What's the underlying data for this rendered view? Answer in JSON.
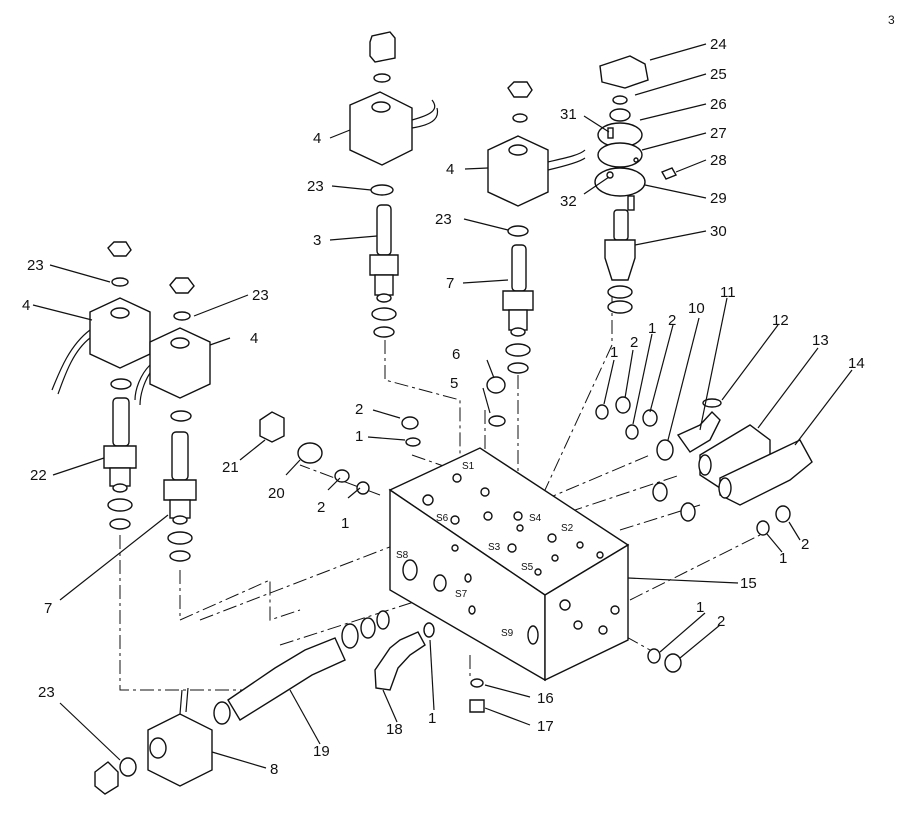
{
  "corner_label": "3",
  "callouts": [
    {
      "text": "24"
    },
    {
      "text": "25"
    },
    {
      "text": "26"
    },
    {
      "text": "27"
    },
    {
      "text": "28"
    },
    {
      "text": "29"
    },
    {
      "text": "30"
    },
    {
      "text": "31"
    },
    {
      "text": "32"
    },
    {
      "text": "4"
    },
    {
      "text": "4"
    },
    {
      "text": "23"
    },
    {
      "text": "23"
    },
    {
      "text": "3"
    },
    {
      "text": "7"
    },
    {
      "text": "23"
    },
    {
      "text": "23"
    },
    {
      "text": "4"
    },
    {
      "text": "4"
    },
    {
      "text": "22"
    },
    {
      "text": "7"
    },
    {
      "text": "21"
    },
    {
      "text": "20"
    },
    {
      "text": "2"
    },
    {
      "text": "1"
    },
    {
      "text": "2"
    },
    {
      "text": "1"
    },
    {
      "text": "6"
    },
    {
      "text": "5"
    },
    {
      "text": "1"
    },
    {
      "text": "2"
    },
    {
      "text": "1"
    },
    {
      "text": "2"
    },
    {
      "text": "10"
    },
    {
      "text": "11"
    },
    {
      "text": "12"
    },
    {
      "text": "13"
    },
    {
      "text": "14"
    },
    {
      "text": "2"
    },
    {
      "text": "1"
    },
    {
      "text": "15"
    },
    {
      "text": "1"
    },
    {
      "text": "2"
    },
    {
      "text": "16"
    },
    {
      "text": "17"
    },
    {
      "text": "18"
    },
    {
      "text": "1"
    },
    {
      "text": "19"
    },
    {
      "text": "8"
    },
    {
      "text": "23"
    }
  ],
  "ports": [
    {
      "text": "S1"
    },
    {
      "text": "S2"
    },
    {
      "text": "S3"
    },
    {
      "text": "S4"
    },
    {
      "text": "S5"
    },
    {
      "text": "S6"
    },
    {
      "text": "S7"
    },
    {
      "text": "S8"
    },
    {
      "text": "S9"
    }
  ]
}
